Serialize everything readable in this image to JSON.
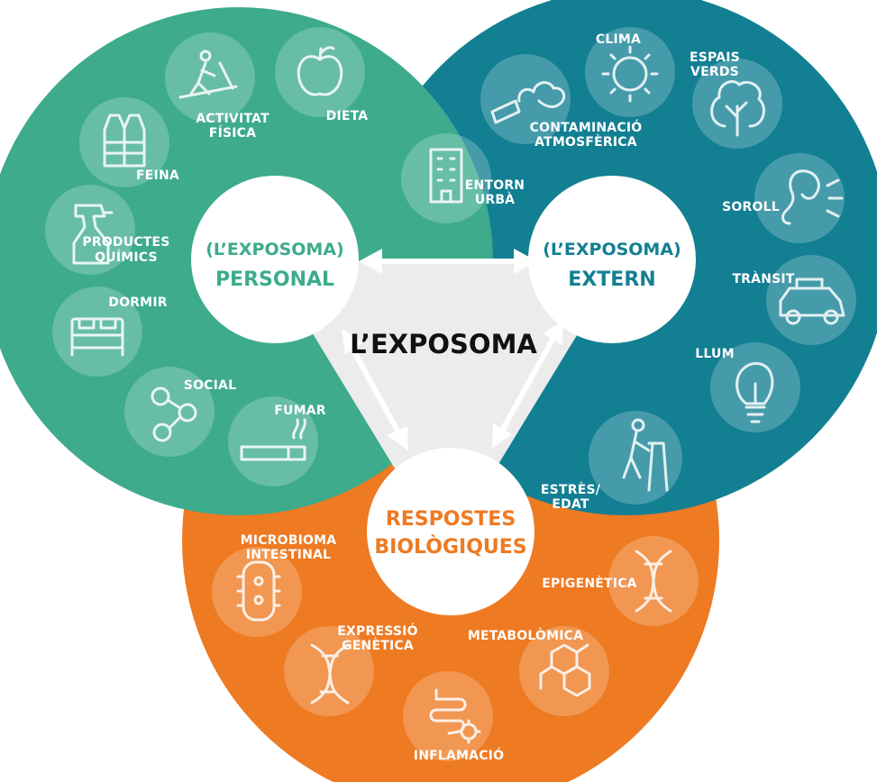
{
  "title": "L’EXPOSOMA",
  "colors": {
    "personal": "#3dab8c",
    "external": "#137f93",
    "biological": "#ee7a22",
    "hub": "#ffffff",
    "center": "#ececec"
  },
  "hubs": {
    "personal": {
      "line1": "(L’EXPOSOMA)",
      "line2": "PERSONAL"
    },
    "external": {
      "line1": "(L’EXPOSOMA)",
      "line2": "EXTERN"
    },
    "biological": {
      "line1": "RESPOSTES",
      "line2": "BIOLÒGIQUES"
    }
  },
  "personal": {
    "activitat": {
      "icon": "treadmill-icon",
      "line1": "ACTIVITAT",
      "line2": "FÍSICA"
    },
    "dieta": {
      "icon": "apple-icon",
      "line1": "DIETA"
    },
    "feina": {
      "icon": "vest-icon",
      "line1": "FEINA"
    },
    "productes": {
      "icon": "spray-bottle-icon",
      "line1": "PRODUCTES",
      "line2": "QUÍMICS"
    },
    "dormir": {
      "icon": "bed-icon",
      "line1": "DORMIR"
    },
    "social": {
      "icon": "network-icon",
      "line1": "SOCIAL"
    },
    "fumar": {
      "icon": "cigarette-icon",
      "line1": "FUMAR"
    }
  },
  "external": {
    "clima": {
      "icon": "sun-icon",
      "line1": "CLIMA"
    },
    "espais": {
      "icon": "tree-icon",
      "line1": "ESPAIS",
      "line2": "VERDS"
    },
    "contaminacio": {
      "icon": "smokestack-icon",
      "line1": "CONTAMINACIÓ",
      "line2": "ATMOSFÈRICA"
    },
    "entorn": {
      "icon": "building-icon",
      "line1": "ENTORN",
      "line2": "URBÀ"
    },
    "soroll": {
      "icon": "ear-icon",
      "line1": "SOROLL"
    },
    "transit": {
      "icon": "car-icon",
      "line1": "TRÀNSIT"
    },
    "llum": {
      "icon": "lightbulb-icon",
      "line1": "LLUM"
    }
  },
  "biological": {
    "estres": {
      "icon": "elderly-walker-icon",
      "line1": "ESTRÈS/",
      "line2": "EDAT"
    },
    "microbioma": {
      "icon": "bacteria-icon",
      "line1": "MICROBIOMA",
      "line2": "INTESTINAL"
    },
    "epigenetica": {
      "icon": "dna-icon",
      "line1": "EPIGENÈTICA"
    },
    "expressio": {
      "icon": "dna-strand-icon",
      "line1": "EXPRESSIÓ",
      "line2": "GENÈTICA"
    },
    "metabolomica": {
      "icon": "molecule-icon",
      "line1": "METABOLÒMICA"
    },
    "inflamacio": {
      "icon": "intestine-icon",
      "line1": "INFLAMACIÓ"
    }
  }
}
